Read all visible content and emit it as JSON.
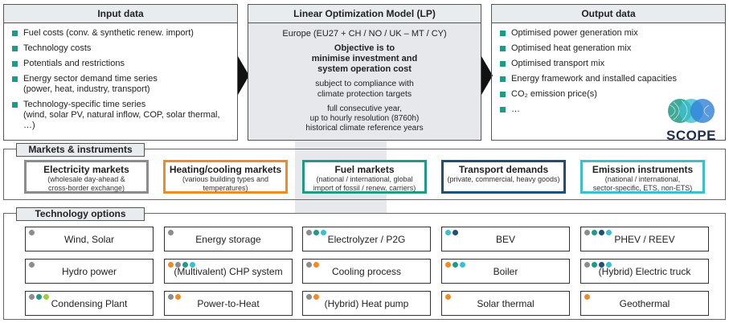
{
  "input": {
    "title": "Input data",
    "items": [
      "Fuel costs (conv. & synthetic renew. import)",
      "Technology costs",
      "Potentials and restrictions",
      "Energy sector demand time series\n(power, heat, industry, transport)",
      "Technology-specific time series\n(wind, solar PV, natural inflow, COP, solar thermal, …)"
    ]
  },
  "model": {
    "title": "Linear Optimization Model (LP)",
    "scope": "Europe (EU27 + CH / NO / UK – MT / CY)",
    "objective": "Objective is to\nminimise investment and\nsystem operation cost",
    "subject": "subject to compliance with\nclimate protection targets",
    "resolution": "full consecutive year,\nup to hourly resolution (8760h)\nhistorical climate reference years"
  },
  "output": {
    "title": "Output data",
    "items": [
      "Optimised power generation mix",
      "Optimised heat generation mix",
      "Optimised transport mix",
      "Energy framework and installed capacities",
      "CO₂ emission price(s)",
      "…"
    ],
    "logo_text": "SCOPE"
  },
  "markets": {
    "label": "Markets & instruments",
    "items": [
      {
        "title": "Electricity markets",
        "sub": "(wholesale day-ahead &\ncross-border exchange)",
        "color": "#8c8c8c"
      },
      {
        "title": "Heating/cooling markets",
        "sub": "(various building types and\ntemperatures)",
        "color": "#f08a24"
      },
      {
        "title": "Fuel markets",
        "sub": "(national / international, global\nimport of fossil / renew. carriers)",
        "color": "#1e9a86"
      },
      {
        "title": "Transport demands",
        "sub": "(private, commercial, heavy goods)",
        "color": "#1f4e79"
      },
      {
        "title": "Emission instruments",
        "sub": "(national / international,\nsector-specific, ETS, non-ETS)",
        "color": "#3bbfcf"
      }
    ]
  },
  "technology": {
    "label": "Technology options",
    "items": [
      {
        "label": "Wind, Solar",
        "dots": [
          "#8c8c8c"
        ]
      },
      {
        "label": "Energy storage",
        "dots": [
          "#8c8c8c"
        ]
      },
      {
        "label": "Electrolyzer / P2G",
        "dots": [
          "#8c8c8c",
          "#1e9a86",
          "#3bbfcf"
        ]
      },
      {
        "label": "BEV",
        "dots": [
          "#3bbfcf",
          "#1f4e79"
        ]
      },
      {
        "label": "PHEV / REEV",
        "dots": [
          "#8c8c8c",
          "#1e9a86",
          "#1f4e79",
          "#3bbfcf"
        ]
      },
      {
        "label": "Hydro power",
        "dots": [
          "#8c8c8c"
        ]
      },
      {
        "label": "(Multivalent) CHP system",
        "dots": [
          "#f08a24",
          "#8c8c8c",
          "#1e9a86",
          "#3bbfcf"
        ]
      },
      {
        "label": "Cooling process",
        "dots": [
          "#8c8c8c",
          "#f08a24"
        ]
      },
      {
        "label": "Boiler",
        "dots": [
          "#f08a24",
          "#1e9a86",
          "#3bbfcf"
        ]
      },
      {
        "label": "(Hybrid) Electric truck",
        "dots": [
          "#8c8c8c",
          "#1e9a86",
          "#1f4e79",
          "#3bbfcf"
        ]
      },
      {
        "label": "Condensing Plant",
        "dots": [
          "#8c8c8c",
          "#1e9a86",
          "#a4c93a"
        ]
      },
      {
        "label": "Power-to-Heat",
        "dots": [
          "#8c8c8c",
          "#f08a24"
        ]
      },
      {
        "label": "(Hybrid) Heat pump",
        "dots": [
          "#8c8c8c",
          "#f08a24"
        ]
      },
      {
        "label": "Solar thermal",
        "dots": [
          "#f08a24"
        ]
      },
      {
        "label": "Geothermal",
        "dots": [
          "#f08a24"
        ]
      }
    ]
  }
}
